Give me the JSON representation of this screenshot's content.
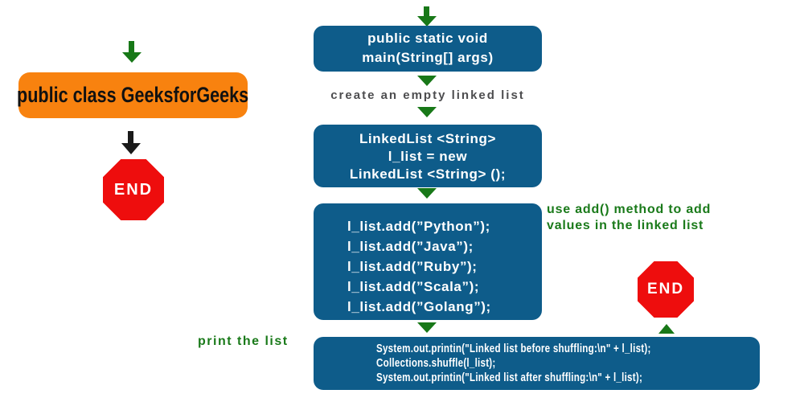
{
  "colors": {
    "box_blue": "#0e5c8a",
    "box_orange": "#f8820f",
    "stop_red": "#ee0d0d",
    "arrow_green": "#187818",
    "annotation_green": "#1a7a1a",
    "label_gray": "#4d4d4f",
    "arrow_black": "#1a1a1a",
    "box_text_white": "#ffffff"
  },
  "left_flow": {
    "class_box_label": "public class GeeksforGeeks",
    "end_label": "END"
  },
  "main_flow": {
    "main_box": {
      "line1": "public static void",
      "line2": "main(String[] args)"
    },
    "create_label": "create an empty linked list",
    "declare_box": {
      "line1": "LinkedList <String>",
      "line2": "l_list = new",
      "line3": "LinkedList <String> ();"
    },
    "add_box": {
      "line1": "l_list.add(”Python”);",
      "line2": "l_list.add(”Java”);",
      "line3": "l_list.add(”Ruby”);",
      "line4": "l_list.add(”Scala”);",
      "line5": "l_list.add(”Golang”);"
    },
    "add_annotation": {
      "line1": "use add() method to add",
      "line2": "values in the linked list"
    },
    "print_label": "print the list",
    "print_box": {
      "line1": "System.out.printin(\"Linked list before shuffling:\\n\" + l_list);",
      "line2": "Collections.shuffle(l_list);",
      "line3": "System.out.printin(\"Linked list after shuffling:\\n\" + l_list);"
    },
    "end_label": "END"
  }
}
